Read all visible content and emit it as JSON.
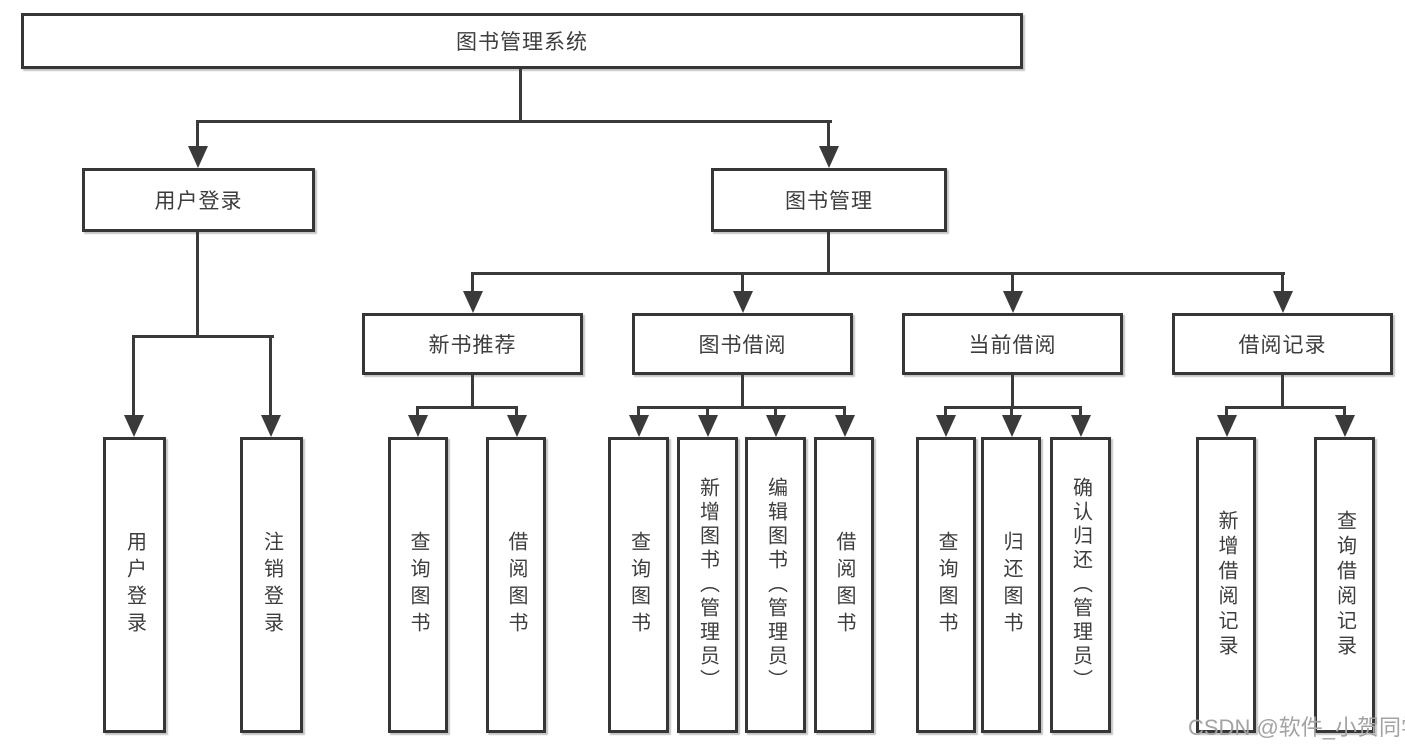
{
  "root": {
    "label": "图书管理系统"
  },
  "level2": [
    {
      "label": "用户登录"
    },
    {
      "label": "图书管理"
    }
  ],
  "level3": [
    {
      "label": "新书推荐"
    },
    {
      "label": "图书借阅"
    },
    {
      "label": "当前借阅"
    },
    {
      "label": "借阅记录"
    }
  ],
  "leaves": [
    {
      "label": "用户登录"
    },
    {
      "label": "注销登录"
    },
    {
      "label": "查询图书"
    },
    {
      "label": "借阅图书"
    },
    {
      "label": "查询图书"
    },
    {
      "label": "新增图书（管理员）"
    },
    {
      "label": "编辑图书（管理员）"
    },
    {
      "label": "借阅图书"
    },
    {
      "label": "查询图书"
    },
    {
      "label": "归还图书"
    },
    {
      "label": "确认归还（管理员）"
    },
    {
      "label": "新增借阅记录"
    },
    {
      "label": "查询借阅记录"
    }
  ],
  "watermark": "CSDN @软件_小贺同学",
  "colors": {
    "line": "#3a3a3a",
    "border": "#363636",
    "text": "#3d3d3d",
    "background": "#ffffff",
    "watermark": "#a3a3a3"
  }
}
